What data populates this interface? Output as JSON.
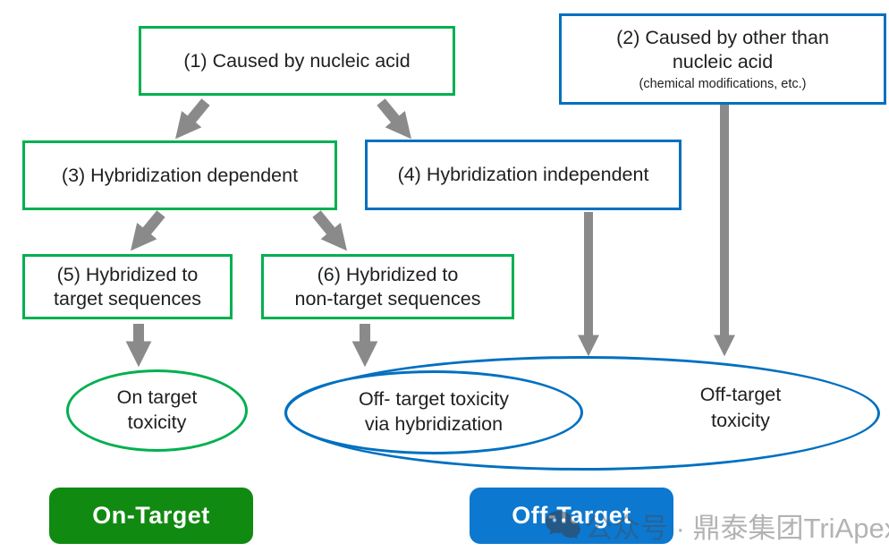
{
  "colors": {
    "green_border": "#00b050",
    "blue_border": "#0070c0",
    "arrow_gray": "#8a8a8a",
    "button_green": "#118a11",
    "button_blue": "#0d78cf",
    "watermark_gray": "rgba(75,75,75,0.42)"
  },
  "boxes": {
    "box1": {
      "label": "(1) Caused by nucleic acid"
    },
    "box2": {
      "line1": "(2) Caused by other than",
      "line2": "nucleic acid",
      "note": "(chemical modifications, etc.)"
    },
    "box3": {
      "label": "(3) Hybridization dependent"
    },
    "box4": {
      "label": "(4) Hybridization independent"
    },
    "box5": {
      "line1": "(5) Hybridized to",
      "line2": "target sequences"
    },
    "box6": {
      "line1": "(6) Hybridized to",
      "line2": "non-target sequences"
    }
  },
  "ellipses": {
    "on_target": {
      "line1": "On target",
      "line2": "toxicity"
    },
    "off_target_hyb": {
      "line1": "Off- target toxicity",
      "line2": "via hybridization"
    },
    "off_target": {
      "line1": "Off-target",
      "line2": "toxicity"
    }
  },
  "buttons": {
    "on_target": "On-Target",
    "off_target": "Off-Target"
  },
  "watermark": {
    "text": "公众号 · 鼎泰集团TriApex",
    "icon": "chat-bubble-icon"
  },
  "connections": [
    "box1 -> box3",
    "box1 -> box4",
    "box3 -> box5",
    "box3 -> box6",
    "box5 -> on_target_toxicity",
    "box6 -> off_target_toxicity_via_hybridization",
    "box4 -> off_target_toxicity",
    "box2 -> off_target_toxicity"
  ]
}
